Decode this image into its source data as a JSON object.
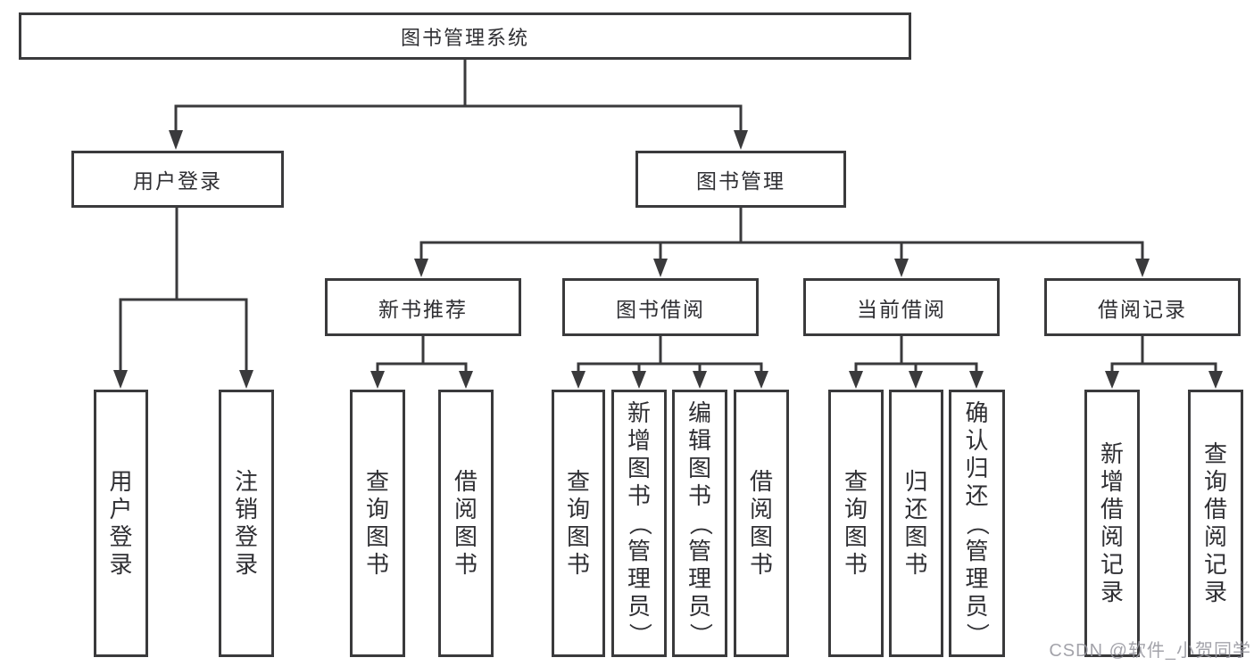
{
  "diagram": {
    "root": {
      "label": "图书管理系统",
      "children": [
        {
          "label": "用户登录",
          "children": [
            {
              "label": "用户登录"
            },
            {
              "label": "注销登录"
            }
          ]
        },
        {
          "label": "图书管理",
          "children": [
            {
              "label": "新书推荐",
              "children": [
                {
                  "label": "查询图书"
                },
                {
                  "label": "借阅图书"
                }
              ]
            },
            {
              "label": "图书借阅",
              "children": [
                {
                  "label": "查询图书"
                },
                {
                  "label": "新增图书（管理员）"
                },
                {
                  "label": "编辑图书（管理员）"
                },
                {
                  "label": "借阅图书"
                }
              ]
            },
            {
              "label": "当前借阅",
              "children": [
                {
                  "label": "查询图书"
                },
                {
                  "label": "归还图书"
                },
                {
                  "label": "确认归还（管理员）"
                }
              ]
            },
            {
              "label": "借阅记录",
              "children": [
                {
                  "label": "新增借阅记录"
                },
                {
                  "label": "查询借阅记录"
                }
              ]
            }
          ]
        }
      ]
    },
    "watermark": "CSDN @软件_小贺同学",
    "colors": {
      "line": "#3a3a3c",
      "text": "#2f2f33",
      "background": "#ffffff",
      "watermark": "#97979f"
    }
  }
}
